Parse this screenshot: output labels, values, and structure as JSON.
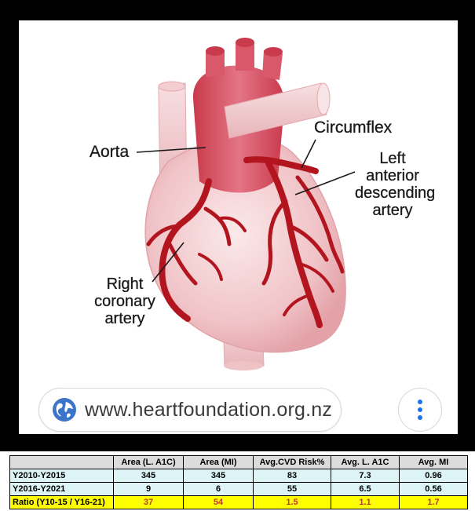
{
  "illustration": {
    "labels": {
      "aorta": "Aorta",
      "circumflex": "Circumflex",
      "lad": [
        "Left",
        "anterior",
        "descending",
        "artery"
      ],
      "rca": [
        "Right",
        "coronary",
        "artery"
      ]
    }
  },
  "url_bar": {
    "icon": "globe-icon",
    "url": "www.heartfoundation.org.nz",
    "menu_icon": "more-vert-icon"
  },
  "colors": {
    "frame": "#000000",
    "heart_body": "#f2c9cc",
    "aorta": "#d44a5a",
    "artery": "#b3151f",
    "link_icon": "#1a73e8",
    "table_header": "#dcdcdc",
    "table_row": "#ddf4f6",
    "ratio_row": "#ffff00",
    "ratio_text": "#c0392b"
  },
  "table": {
    "headers": [
      "",
      "Area (L. A1C)",
      "Area (MI)",
      "Avg.CVD Risk%",
      "Avg. L. A1C",
      "Avg. MI"
    ],
    "rows": [
      {
        "label": "Y2010-Y2015",
        "values": [
          "345",
          "345",
          "83",
          "7.3",
          "0.96"
        ]
      },
      {
        "label": "Y2016-Y2021",
        "values": [
          "9",
          "6",
          "55",
          "6.5",
          "0.56"
        ]
      },
      {
        "label": "Ratio (Y10-15 / Y16-21)",
        "values": [
          "37",
          "54",
          "1.5",
          "1.1",
          "1.7"
        ]
      }
    ]
  }
}
